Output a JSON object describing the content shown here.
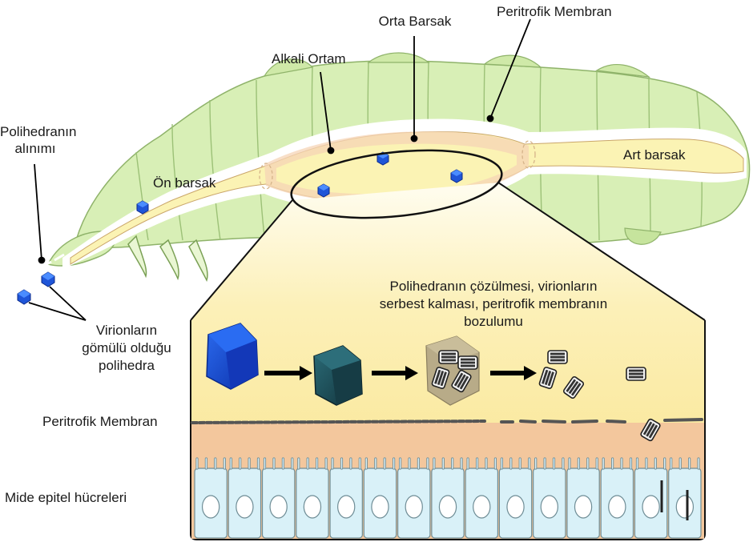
{
  "labels": {
    "midgut": "Orta Barsak",
    "peritrophic_top": "Peritrofik Membran",
    "alkaline": "Alkali Ortam",
    "ingestion_line1": "Polihedranın",
    "ingestion_line2": "alınımı",
    "foregut": "Ön barsak",
    "hindgut": "Art barsak",
    "process_line1": "Polihedranın çözülmesi, virionların",
    "process_line2": "serbest kalması, peritrofik membranın",
    "process_line3": "bozulumu",
    "polyhedra_line1": "Virionların",
    "polyhedra_line2": "gömülü olduğu",
    "polyhedra_line3": "polihedra",
    "peritrophic_bottom": "Peritrofik Membran",
    "epithelium": "Mide epitel hücreleri"
  },
  "colors": {
    "larva_body": "#d8efb6",
    "larva_body_dark": "#b9db8f",
    "gut_fill": "#fbf3b4",
    "midgut_wall": "#f6d4b6",
    "inset_top": "#fffbe3",
    "inset_mid": "#fbe99a",
    "tissue": "#f3c79d",
    "cells": "#d9f1f8",
    "polyhedra_blue": "#1f55d8",
    "polyhedra_dark": "#1e5460",
    "polyhedra_tan": "#b8ab88"
  },
  "icons": {
    "polyhedron": "blue-cube-icon",
    "arrow": "right-arrow-icon",
    "virion": "virion-rod-bundle-icon"
  }
}
